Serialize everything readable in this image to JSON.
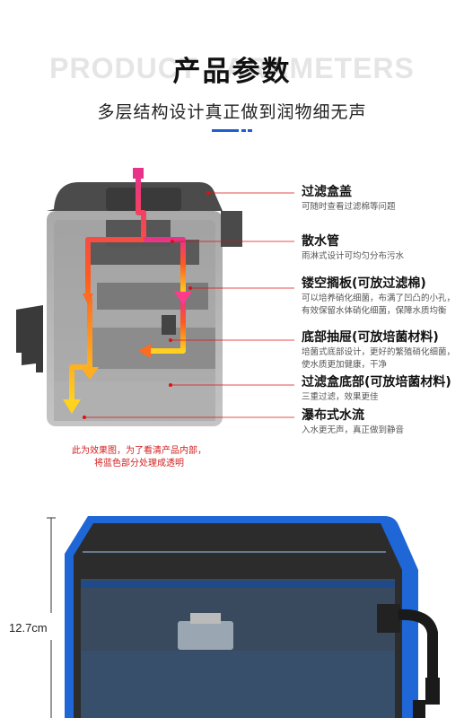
{
  "header": {
    "bg_word": "PRODUCT PARAMETERS",
    "title": "产品参数",
    "subtitle": "多层结构设计真正做到润物细无声",
    "accent_color": "#1b5fd0"
  },
  "diagram": {
    "labels": [
      {
        "title": "过滤盒盖",
        "desc": "可随时查看过滤棉等问题"
      },
      {
        "title": "散水管",
        "desc": "雨淋式设计可均匀分布污水"
      },
      {
        "title": "镂空搁板(可放过滤棉)",
        "desc": "可以培养硝化细菌，布满了凹凸的小孔，有效保留水体硝化细菌，保障水质均衡"
      },
      {
        "title": "底部抽屉(可放培菌材料)",
        "desc": "培菌式底部设计，更好的繁殖硝化细菌，使水质更加健康，干净"
      },
      {
        "title": "过滤盒底部(可放培菌材料)",
        "desc": "三重过滤，效果更佳"
      },
      {
        "title": "瀑布式水流",
        "desc": "入水更无声，真正做到静音"
      }
    ],
    "note_line1": "此为效果图，为了看清产品内部，",
    "note_line2": "将蓝色部分处理成透明",
    "flow_colors": {
      "top": "#e8338a",
      "mid": "#ff5a1f",
      "bottom": "#ffd21f"
    },
    "note_color": "#d21f1f"
  },
  "product": {
    "dimension": "12.7cm",
    "frame_color": "#1f66d6"
  }
}
